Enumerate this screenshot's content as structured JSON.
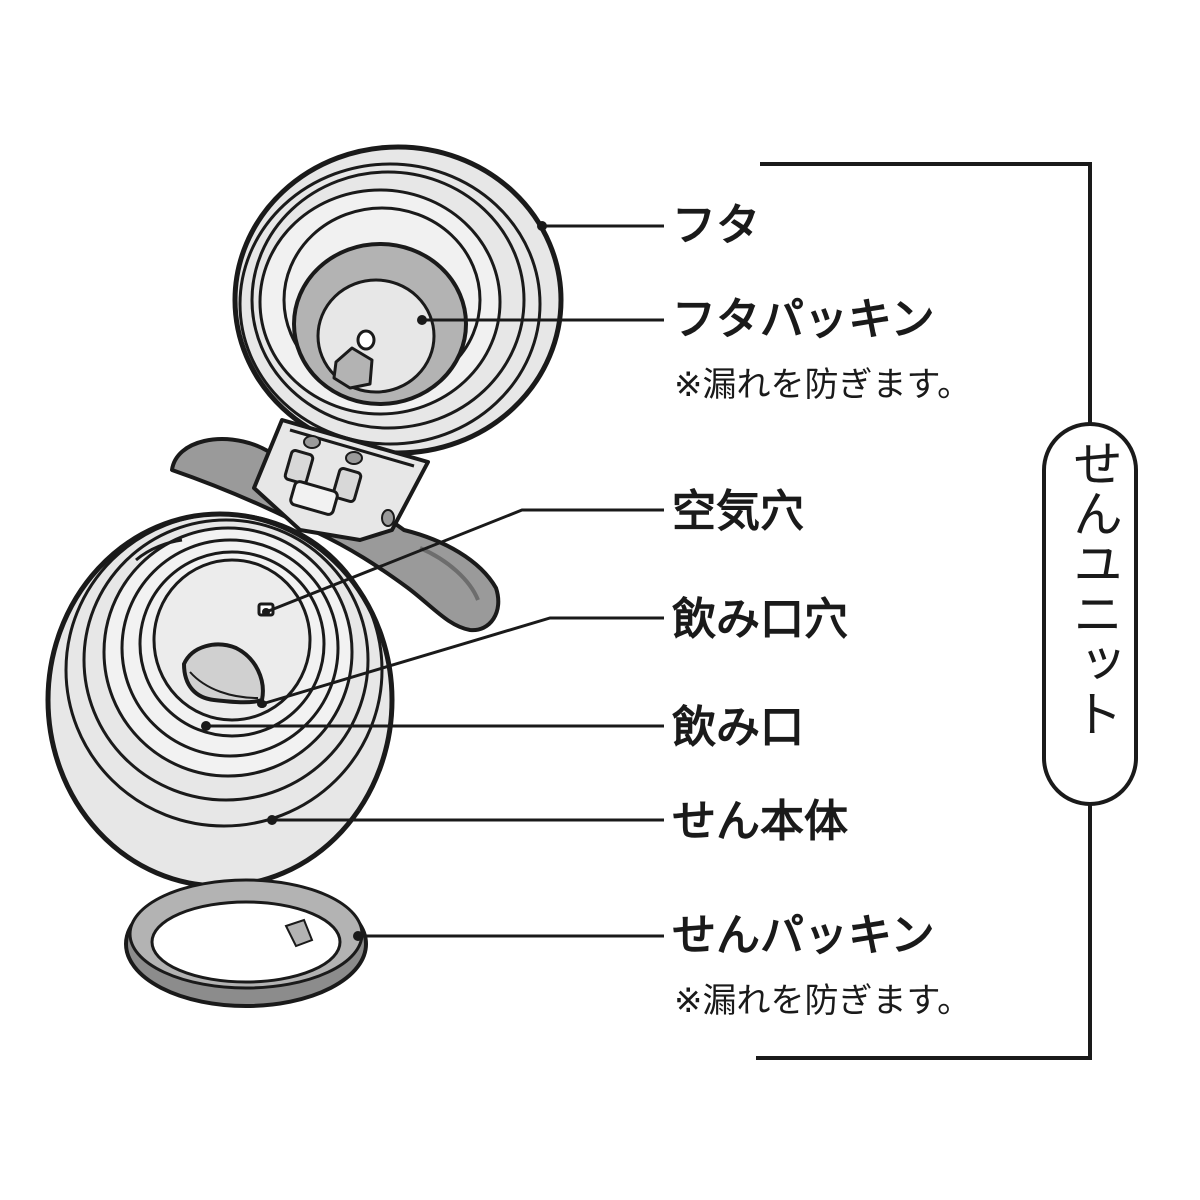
{
  "labels": {
    "lid": "フタ",
    "lid_gasket": "フタパッキン",
    "lid_gasket_note": "※漏れを防ぎます。",
    "air_hole": "空気穴",
    "spout_hole": "飲み口穴",
    "spout": "飲み口",
    "stopper_body": "せん本体",
    "stopper_gasket": "せんパッキン",
    "stopper_gasket_note": "※漏れを防ぎます。"
  },
  "bracket_label": "せんユニット",
  "colors": {
    "line": "#1a1a1a",
    "part_fill": "#e7e7e7",
    "gasket_fill": "#b3b3b3",
    "gasket_dark": "#8c8c8c"
  }
}
